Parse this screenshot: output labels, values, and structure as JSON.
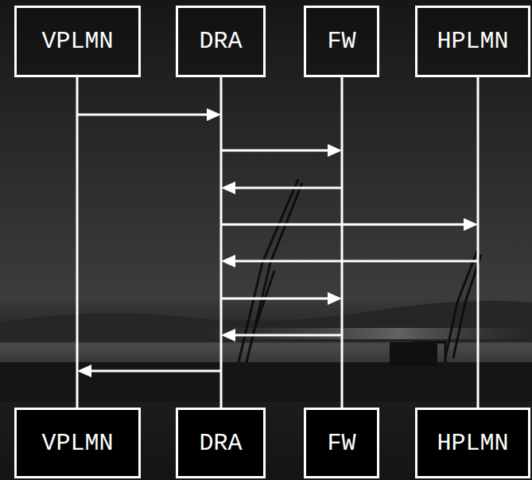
{
  "diagram": {
    "nodes": [
      {
        "text": [
          "VPLMN"
        ]
      },
      {
        "text": [
          "DRA"
        ]
      },
      {
        "text": [
          "FW"
        ]
      },
      {
        "text": [
          "HPLMN"
        ]
      },
      {
        "text": [
          "VPLMN"
        ]
      },
      {
        "text": [
          "DRA"
        ]
      },
      {
        "text": [
          "FW"
        ]
      },
      {
        "text": [
          "HPLMN"
        ]
      }
    ],
    "edges": [
      {
        "from": 0,
        "to": 4,
        "arrow": "none"
      },
      {
        "from": 1,
        "to": 5,
        "arrow": "none"
      },
      {
        "from": 2,
        "to": 6,
        "arrow": "none"
      },
      {
        "from": 3,
        "to": 7,
        "arrow": "none"
      },
      {
        "from": 0,
        "to": 1,
        "arrow": "to"
      },
      {
        "from": 1,
        "to": 2,
        "arrow": "to"
      },
      {
        "from": 2,
        "to": 1,
        "arrow": "to"
      },
      {
        "from": 1,
        "to": 3,
        "arrow": "to"
      },
      {
        "from": 3,
        "to": 1,
        "arrow": "to"
      },
      {
        "from": 1,
        "to": 2,
        "arrow": "to"
      },
      {
        "from": 2,
        "to": 1,
        "arrow": "to"
      },
      {
        "from": 1,
        "to": 0,
        "arrow": "to"
      }
    ]
  }
}
